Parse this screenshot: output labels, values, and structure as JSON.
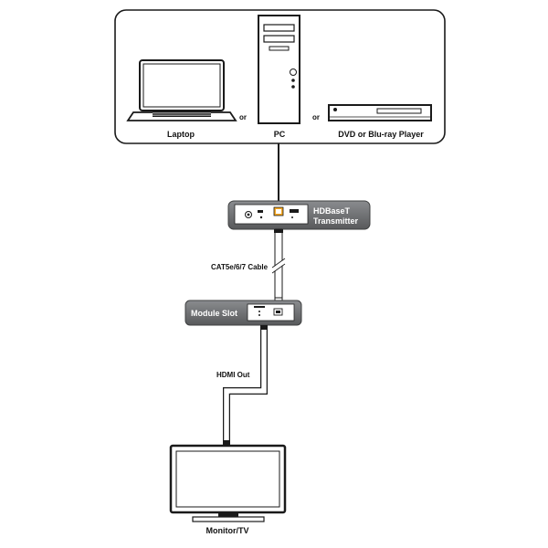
{
  "sources": {
    "laptop": "Laptop",
    "pc": "PC",
    "dvd": "DVD or Blu-ray Player",
    "or1": "or",
    "or2": "or"
  },
  "transmitter": {
    "line1": "HDBaseT",
    "line2": "Transmitter"
  },
  "cable": {
    "label": "CAT5e/6/7 Cable"
  },
  "module": {
    "label": "Module Slot"
  },
  "hdmi": {
    "label": "HDMI Out"
  },
  "display": {
    "label": "Monitor/TV"
  },
  "colors": {
    "device_gray": "#6d6e71",
    "device_gray_light": "#a7a9ac",
    "outline": "#1a1a1a",
    "port_orange": "#f7a823"
  }
}
